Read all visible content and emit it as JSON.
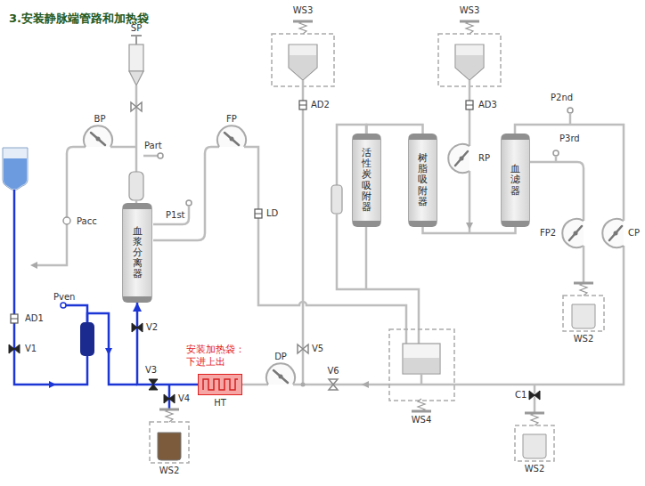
{
  "diagram": {
    "title": "3.安装静脉端管路和加热袋",
    "nodes": [
      {
        "text": [
          "血浆分离器"
        ]
      },
      {
        "text": [
          "活性炭吸附器"
        ]
      },
      {
        "text": [
          "树脂吸附器"
        ]
      },
      {
        "text": [
          "血滤器"
        ]
      },
      {
        "text": [
          "HT"
        ]
      }
    ],
    "edges": [
      {
        "from": 4,
        "to": 0,
        "arrow": "to"
      },
      {
        "from": 1,
        "to": 2,
        "arrow": "none"
      },
      {
        "from": 2,
        "to": 3,
        "arrow": "none"
      }
    ],
    "labels": [
      "SP",
      "BP",
      "Part",
      "Pacc",
      "P1st",
      "FP",
      "LD",
      "WS3",
      "AD2",
      "WS3",
      "AD3",
      "RP",
      "P2nd",
      "P3rd",
      "FP2",
      "CP",
      "WS2",
      "Pven",
      "AD1",
      "V1",
      "V2",
      "V3",
      "V4",
      "安装加热袋： 下进上出",
      "WS2",
      "DP",
      "V5",
      "V6",
      "WS4",
      "C1",
      "WS2"
    ]
  }
}
